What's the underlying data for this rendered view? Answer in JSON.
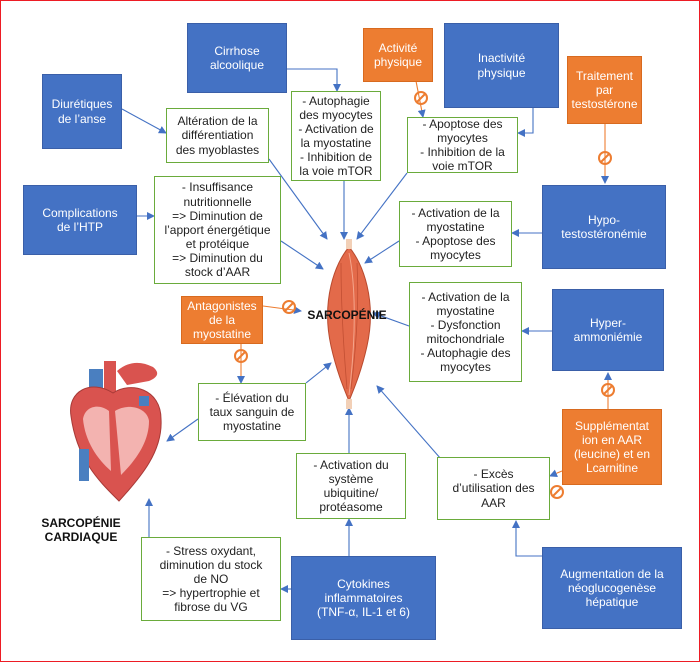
{
  "nodes": {
    "cirrhose": "Cirrhose\nalcoolique",
    "activite": "Activité\nphysique",
    "inactivite": "Inactivité\nphysique",
    "testosterone": "Traitement\npar\ntestostérone",
    "diuretiques": "Diurétiques\nde l’anse",
    "htp": "Complications\nde l’HTP",
    "hypotesto": "Hypo-\ntestostéronémie",
    "hyperammo": "Hyper-\nammoniémie",
    "antagonistes": "Antagonistes\nde la\nmyostatine",
    "supplementation": "Supplémentat\nion en AAR\n(leucine) et en\nLcarnitine",
    "cytokines": "Cytokines\ninflammatoires\n(TNF-α, IL-1 et 6)",
    "neoglucogenese": "Augmentation de la\nnéoglucogenèse\nhépatique",
    "alteration": "Altération de la\ndifférentiation\ndes myoblastes",
    "autophagie": "- Autophagie\ndes myocytes\n- Activation de\nla myostatine\n- Inhibition de\nla voie mTOR",
    "apoptose": "- Apoptose des\nmyocytes\n- Inhibition de la\nvoie mTOR",
    "insuffisance": "- Insuffisance\nnutritionnelle\n=> Diminution de\nl’apport énergétique\net protéique\n=> Diminution du\nstock d’AAR",
    "activation_myo": "- Activation de la\nmyostatine\n- Apoptose des\nmyocytes",
    "dysfonction": "- Activation de la\nmyostatine\n- Dysfonction\nmitochondriale\n- Autophagie des\nmyocytes",
    "elevation": "- Élévation du\ntaux sanguin de\nmyostatine",
    "ubiquitine": "- Activation du\nsystème\nubiquitine/\nprotéasome",
    "exces": "- Excès\nd’utilisation des\nAAR",
    "stress": "- Stress oxydant,\ndiminution du stock\nde NO\n=> hypertrophie et\nfibrose du VG"
  },
  "labels": {
    "sarcopenie": "SARCOPÉNIE",
    "sarcopenie_cardiaque": "SARCOPÉNIE\nCARDIAQUE"
  },
  "colors": {
    "blue": "#4472c4",
    "orange": "#ed7d31",
    "green_border": "#6aab3b",
    "arrow": "#4472c4",
    "muscle": "#e36a4a",
    "heart": "#d9534f",
    "frame": "#ed1c24"
  },
  "icons": {
    "inhibit": "no-sign-icon",
    "muscle": "muscle-icon",
    "heart": "heart-icon"
  }
}
